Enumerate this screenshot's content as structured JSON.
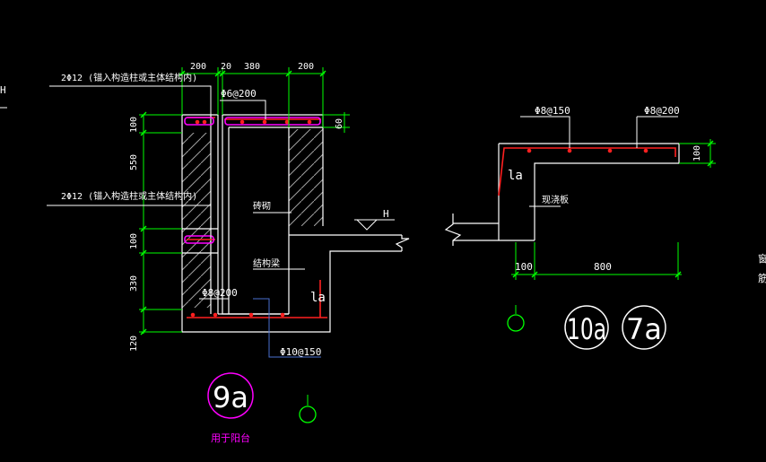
{
  "colors": {
    "background": "#000000",
    "line": "#ffffff",
    "dimension": "#00ff00",
    "rebar": "#ff2020",
    "rebar_stirrup": "#ff00ff",
    "leader": "#4a6fd0",
    "label_magenta": "#ff00ff",
    "wall_hatch": "#a0a0a0"
  },
  "left_view": {
    "top_dims": [
      "200",
      "20",
      "380",
      "200"
    ],
    "left_dims": [
      "100",
      "550",
      "100",
      "330",
      "120"
    ],
    "right_top_dim": "60",
    "callout_top": "2Φ12 (锚入构造柱或主体结构内)",
    "callout_mid": "2Φ12 (锚入构造柱或主体结构内)",
    "rebar_top": "Φ6@200",
    "rebar_mid": "Φ8@200",
    "rebar_bottom": "Φ10@150",
    "label_wall_a": "砖砌",
    "label_wall_b": "结构梁",
    "anchor": "la",
    "level_mark": "H",
    "left_edge_mark": "H",
    "section_id": "9a",
    "section_caption": "用于阳台"
  },
  "right_view": {
    "rebar_left": "Φ8@150",
    "rebar_right": "Φ8@200",
    "dim_thickness": "100",
    "dim_bottom_left": "100",
    "dim_bottom_right": "800",
    "anchor": "la",
    "label_slab": "现浇板",
    "section_ids": [
      "10a",
      "7a"
    ]
  },
  "edge_fragment": "窗\n筋"
}
